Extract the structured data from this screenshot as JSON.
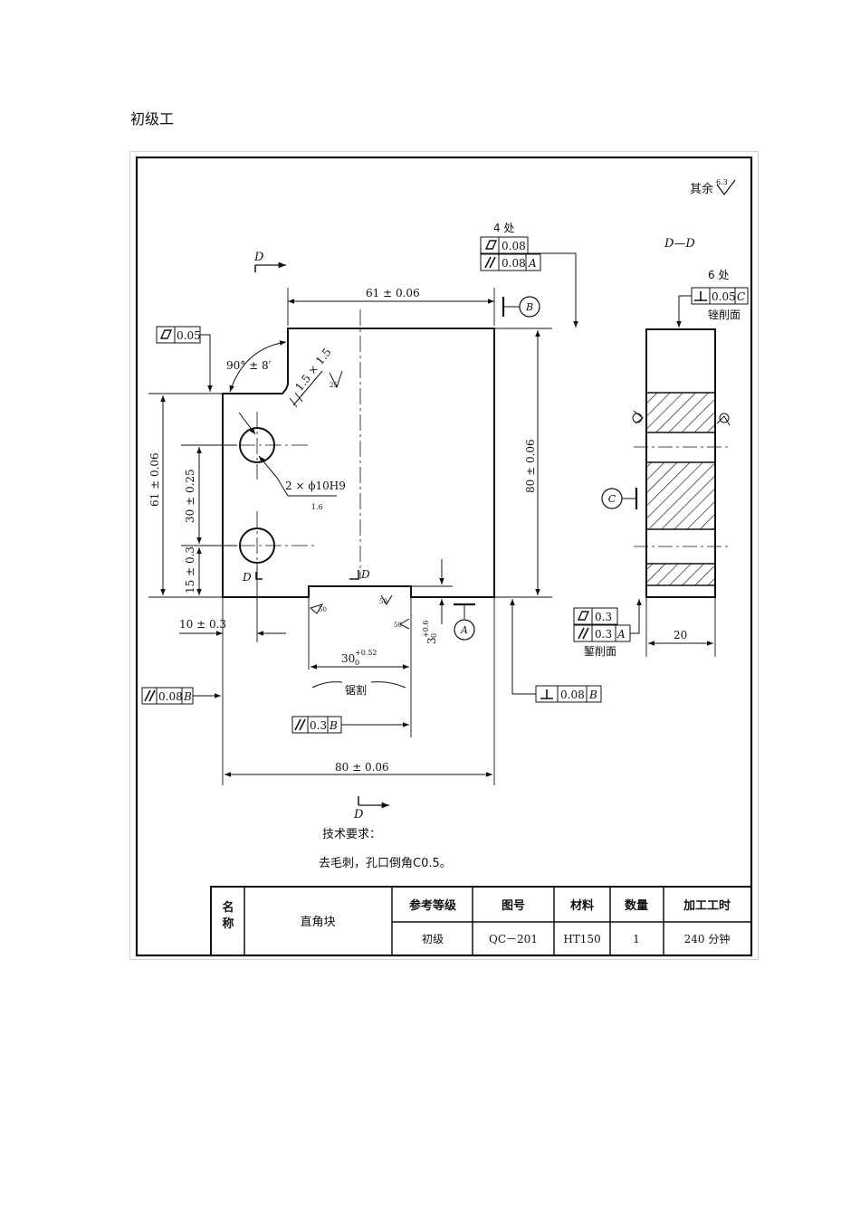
{
  "heading": "初级工",
  "surface": {
    "rest_label": "其余",
    "rest_value": "6.3"
  },
  "view_mark": "D",
  "section_title": "D—D",
  "tolerances": {
    "top_count": "4 处",
    "flat_top": "0.08",
    "parallel_top": "0.08",
    "parallel_top_datum": "A",
    "flat_left": "0.05",
    "side_count": "6 处",
    "perp_side": "0.05",
    "perp_side_datum": "C",
    "side_note": "锉削面",
    "flat_bottom": "0.3",
    "parallel_bottom": "0.3",
    "parallel_bottom_datum": "A",
    "bottom_note": "錾削面",
    "parallel_left": "0.08",
    "parallel_left_datum": "B",
    "parallel_slot": "0.3",
    "parallel_slot_datum": "B",
    "perp_right": "0.08",
    "perp_right_datum": "B"
  },
  "datums": {
    "a": "A",
    "b": "B",
    "c": "C"
  },
  "dims": {
    "top_width": "61 ± 0.06",
    "angle": "90° ± 8′",
    "chamfer": "1.5 × 1.5",
    "chamfer_rough": "25",
    "holes": "2 × ϕ10H9",
    "hole_rough": "1.6",
    "left_height": "61 ± 0.06",
    "hole_spacing": "30 ± 0.25",
    "hole_bottom": "15 ± 0.3",
    "right_height": "80 ± 0.06",
    "hole_left": "10 ± 0.3",
    "slot_width": "30",
    "slot_width_tol": "+0.52",
    "slot_width_tol_low": "0",
    "slot_depth": "3",
    "slot_depth_tol": "+0.6",
    "slot_depth_tol_low": "0",
    "slot_rough": "50",
    "saw_note": "锯割",
    "bottom_width": "80 ± 0.06",
    "section_width": "20"
  },
  "requirements": {
    "title": "技术要求：",
    "text": "去毛刺，孔口倒角C0.5。"
  },
  "title_block": {
    "name_label": "名称",
    "name": "直角块",
    "headers": [
      "参考等级",
      "图号",
      "材料",
      "数量",
      "加工工时"
    ],
    "values": [
      "初级",
      "QC－201",
      "HT150",
      "1",
      "240 分钟"
    ]
  }
}
